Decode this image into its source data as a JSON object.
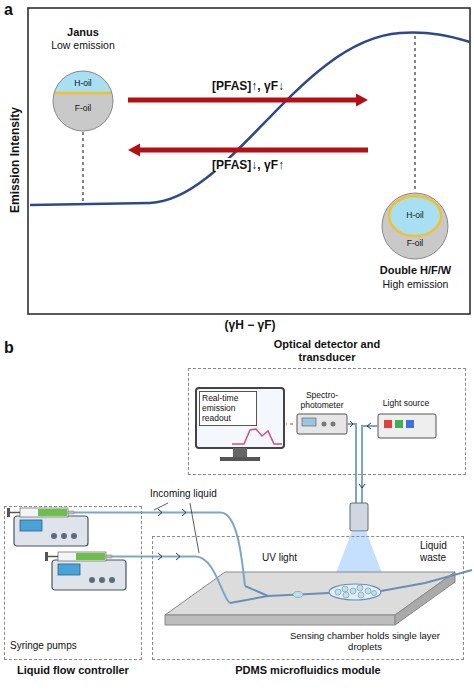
{
  "diagram": {
    "nodes": [
      {
        "text": [
          "Janus",
          "Low emission",
          "H-oil",
          "F-oil"
        ]
      },
      {
        "text": [
          "Double H/F/W",
          "High emission",
          "H-oil",
          "F-oil"
        ]
      },
      {
        "text": [
          "Optical detector and transducer"
        ]
      },
      {
        "text": [
          "Real-time emission readout"
        ],
        "in": 2
      },
      {
        "text": [
          "Spectro-photometer"
        ],
        "in": 2
      },
      {
        "text": [
          "Light source"
        ],
        "in": 2
      },
      {
        "text": [
          "Liquid flow controller"
        ]
      },
      {
        "text": [
          "PDMS microfluidics module"
        ]
      }
    ],
    "edges": [
      {
        "from": 0,
        "to": 1,
        "arrow": "to",
        "label": "[PFAS]↑, γF↓"
      },
      {
        "from": 1,
        "to": 0,
        "arrow": "to",
        "label": "[PFAS]↓, γF↑"
      },
      {
        "from": 4,
        "to": 3,
        "arrow": "none"
      }
    ],
    "labels": [
      "a",
      "Emission Intensity",
      "(γH − γF)",
      "b",
      "Incoming liquid",
      "Syringe pumps",
      "UV light",
      "Liquid waste",
      "Sensing chamber holds single layer droplets"
    ]
  }
}
